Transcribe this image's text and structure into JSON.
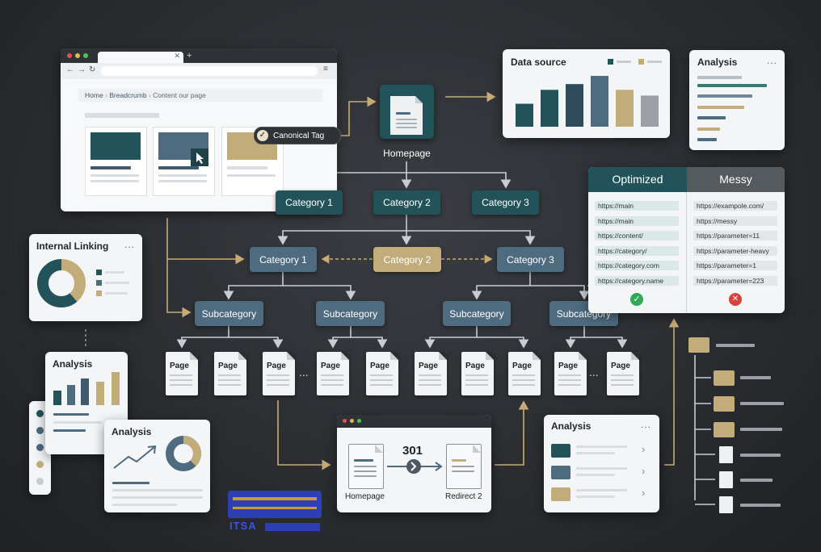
{
  "browser": {
    "breadcrumb": [
      "Home",
      "Breadcrumb",
      "Content our page"
    ],
    "canonical_tag": "Canonical Tag"
  },
  "homepage": {
    "label": "Homepage"
  },
  "top_categories": [
    "Category 1",
    "Category 2",
    "Category 3"
  ],
  "mid_categories": [
    "Category 1",
    "Category 2",
    "Category 3"
  ],
  "subcategories": [
    "Subcategory",
    "Subcategory",
    "Subcategory",
    "Subcategory"
  ],
  "pages": {
    "label": "Page",
    "ellipsis": "..."
  },
  "data_source": {
    "title": "Data source",
    "values": [
      28,
      45,
      52,
      62,
      45,
      38
    ]
  },
  "analysis_top": {
    "title": "Analysis",
    "dots": "..."
  },
  "comparison": {
    "optimized": {
      "header": "Optimized",
      "urls": [
        "https://main",
        "https://main",
        "https://content/",
        "https://category/",
        "https://category.com",
        "https://category.name"
      ]
    },
    "messy": {
      "header": "Messy",
      "urls": [
        "https://exampole.com/",
        "https://messy",
        "https://parameter=11",
        "https://parameter-heavy",
        "https://parameter=1",
        "https://parameter=223"
      ]
    }
  },
  "internal_linking": {
    "title": "Internal Linking",
    "dots": "..."
  },
  "analysis_left": {
    "title": "Analysis"
  },
  "analysis_left2": {
    "title": "Analysis"
  },
  "redirect": {
    "code": "301",
    "from": "Homepage",
    "to": "Redirect 2"
  },
  "analysis_bottom": {
    "title": "Analysis",
    "dots": "..."
  },
  "logo": {
    "text": "ITSA"
  },
  "colors": {
    "teal": "#22535a",
    "slate": "#4e6b7f",
    "gold": "#c2ad7a",
    "connector": "#c8ab74"
  }
}
